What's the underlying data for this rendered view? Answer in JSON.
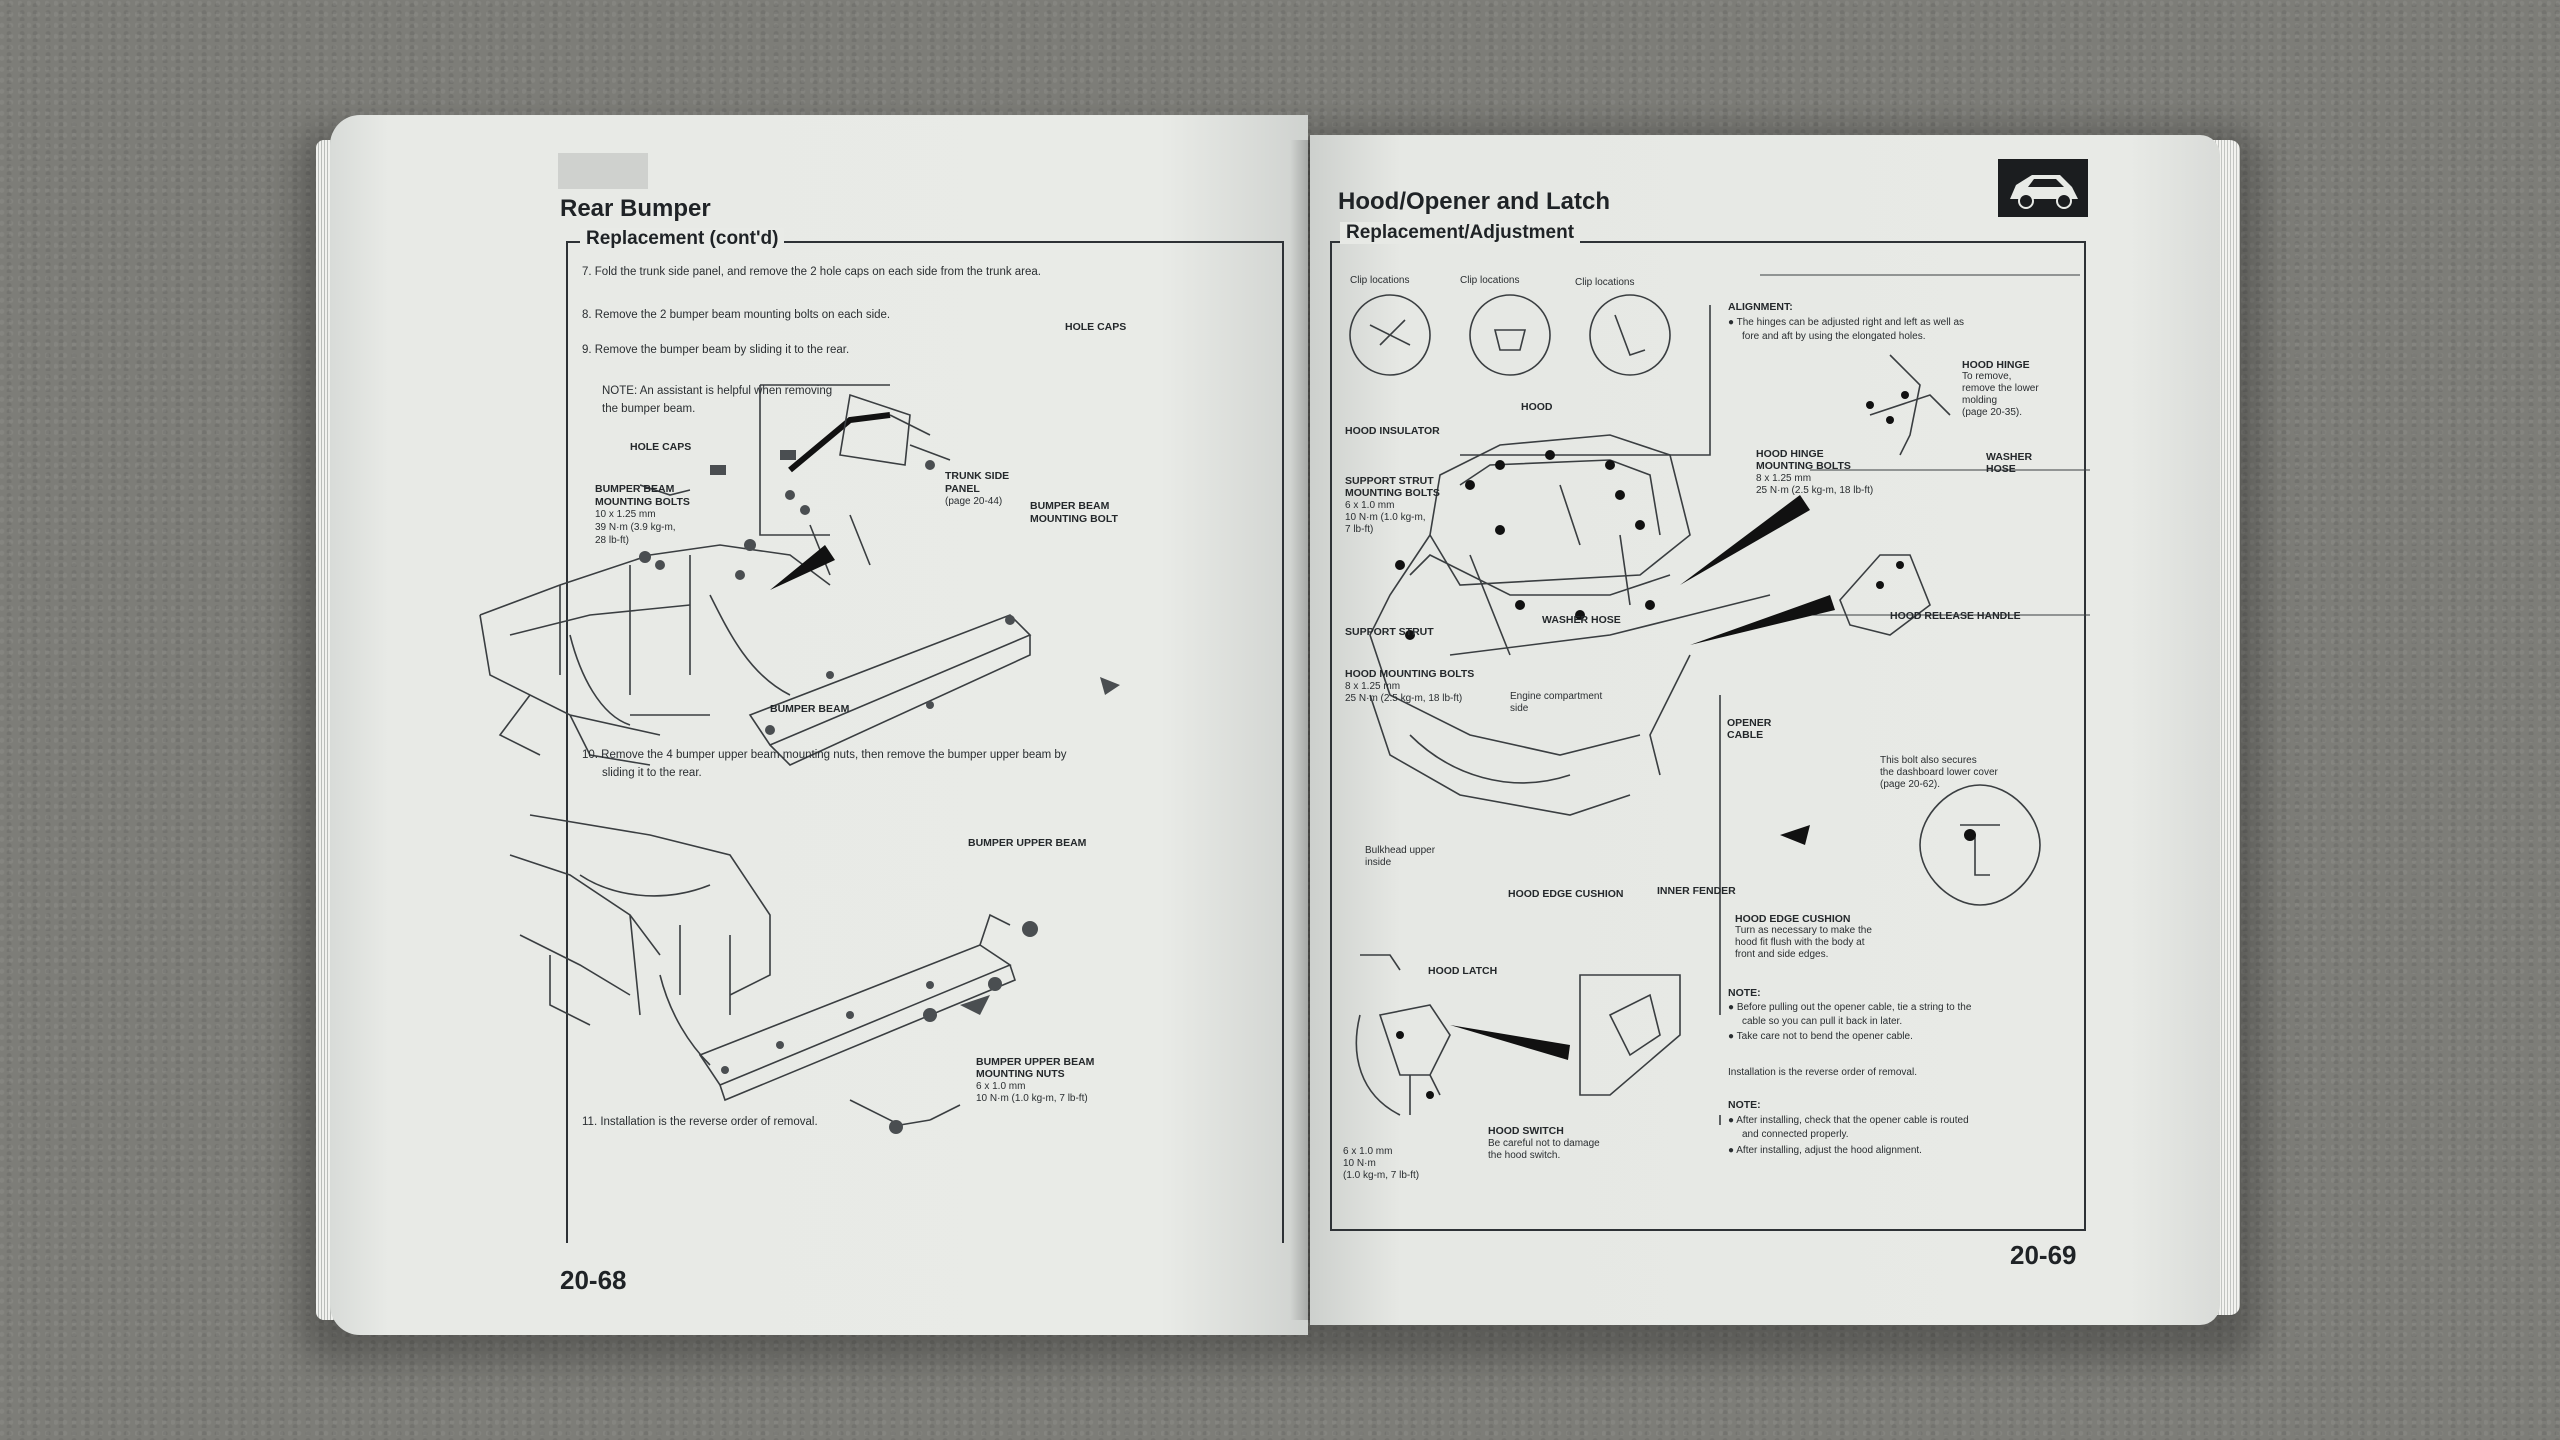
{
  "left_page": {
    "title": "Rear Bumper",
    "section": "Replacement (cont'd)",
    "steps": [
      "7. Fold the trunk side panel, and remove the 2 hole caps on each side from the trunk area.",
      "8. Remove the 2 bumper beam mounting bolts on each side.",
      "9. Remove the bumper beam by sliding it to the rear."
    ],
    "note_line1": "NOTE:  An assistant is helpful when removing",
    "note_line2": "the bumper beam.",
    "labels": {
      "hole_caps_a": "HOLE CAPS",
      "hole_caps_b": "HOLE CAPS",
      "bolts_1": "BUMPER BEAM",
      "bolts_2": "MOUNTING BOLTS",
      "bolts_3": "10 x 1.25 mm",
      "bolts_4": "39 N·m (3.9 kg-m,",
      "bolts_5": "28 lb-ft)",
      "trunk_1": "TRUNK SIDE",
      "trunk_2": "PANEL",
      "trunk_3": "(page 20-44)",
      "bbmb_1": "BUMPER BEAM",
      "bbmb_2": "MOUNTING BOLT",
      "bumper_beam": "BUMPER BEAM",
      "upper_beam": "BUMPER UPPER BEAM",
      "nuts_1": "BUMPER UPPER BEAM",
      "nuts_2": "MOUNTING NUTS",
      "nuts_3": "6 x 1.0 mm",
      "nuts_4": "10 N·m (1.0 kg-m, 7 lb-ft)"
    },
    "step10_line1": "10. Remove the 4 bumper upper beam mounting nuts, then remove the bumper upper beam by",
    "step10_line2": "sliding it to the rear.",
    "step11": "11. Installation is the reverse order of removal.",
    "page_number": "20-68"
  },
  "right_page": {
    "title": "Hood/Opener and Latch",
    "section": "Replacement/Adjustment",
    "clip_labels": [
      "Clip locations",
      "Clip locations",
      "Clip locations"
    ],
    "alignment_title": "ALIGNMENT:",
    "alignment_1": "● The hinges can be adjusted right and left as well as",
    "alignment_2": "fore and aft by using the elongated holes.",
    "labels": {
      "hood": "HOOD",
      "hood_insulator": "HOOD INSULATOR",
      "ssmb_1": "SUPPORT STRUT",
      "ssmb_2": "MOUNTING BOLTS",
      "ssmb_3": "6 x 1.0 mm",
      "ssmb_4": "10 N·m (1.0 kg-m,",
      "ssmb_5": "7 lb-ft)",
      "support_strut": "SUPPORT STRUT",
      "washer_hose": "WASHER HOSE",
      "hmb_1": "HOOD MOUNTING BOLTS",
      "hmb_2": "8 x 1.25 mm",
      "hmb_3": "25 N·m (2.5 kg-m, 18 lb-ft)",
      "engine_1": "Engine compartment",
      "engine_2": "side",
      "opener_1": "OPENER",
      "opener_2": "CABLE",
      "bulkhead_1": "Bulkhead upper",
      "bulkhead_2": "inside",
      "hood_edge_cushion": "HOOD EDGE CUSHION",
      "inner_fender": "INNER FENDER",
      "hinge_1": "HOOD HINGE",
      "hinge_2": "To remove,",
      "hinge_3": "remove the lower",
      "hinge_4": "molding",
      "hinge_5": "(page 20-35).",
      "hhmb_1": "HOOD HINGE",
      "hhmb_2": "MOUNTING BOLTS",
      "hhmb_3": "8 x 1.25 mm",
      "hhmb_4": "25 N·m (2.5 kg-m, 18 lb-ft)",
      "washer_1": "WASHER",
      "washer_2": "HOSE",
      "release_handle": "HOOD RELEASE HANDLE",
      "release_1": "This bolt also secures",
      "release_2": "the dashboard lower cover",
      "release_3": "(page 20-62).",
      "cushion_1": "HOOD EDGE CUSHION",
      "cushion_2": "Turn as necessary to make the",
      "cushion_3": "hood fit flush with the body at",
      "cushion_4": "front and side edges.",
      "hood_latch": "HOOD LATCH",
      "latch_1": "6 x 1.0 mm",
      "latch_2": "10 N·m",
      "latch_3": "(1.0 kg-m, 7 lb-ft)",
      "switch_1": "HOOD SWITCH",
      "switch_2": "Be careful not to damage",
      "switch_3": "the hood switch."
    },
    "note1_title": "NOTE:",
    "note1_a": "● Before pulling out the opener cable, tie a string to the",
    "note1_b": "cable so you can pull it back in later.",
    "note1_c": "● Take care not to bend the opener cable.",
    "install": "Installation is the reverse order of removal.",
    "note2_title": "NOTE:",
    "note2_a": "● After installing, check that the opener cable is routed",
    "note2_b": "and connected properly.",
    "note2_c": "● After installing, adjust the hood alignment.",
    "page_number": "20-69"
  }
}
